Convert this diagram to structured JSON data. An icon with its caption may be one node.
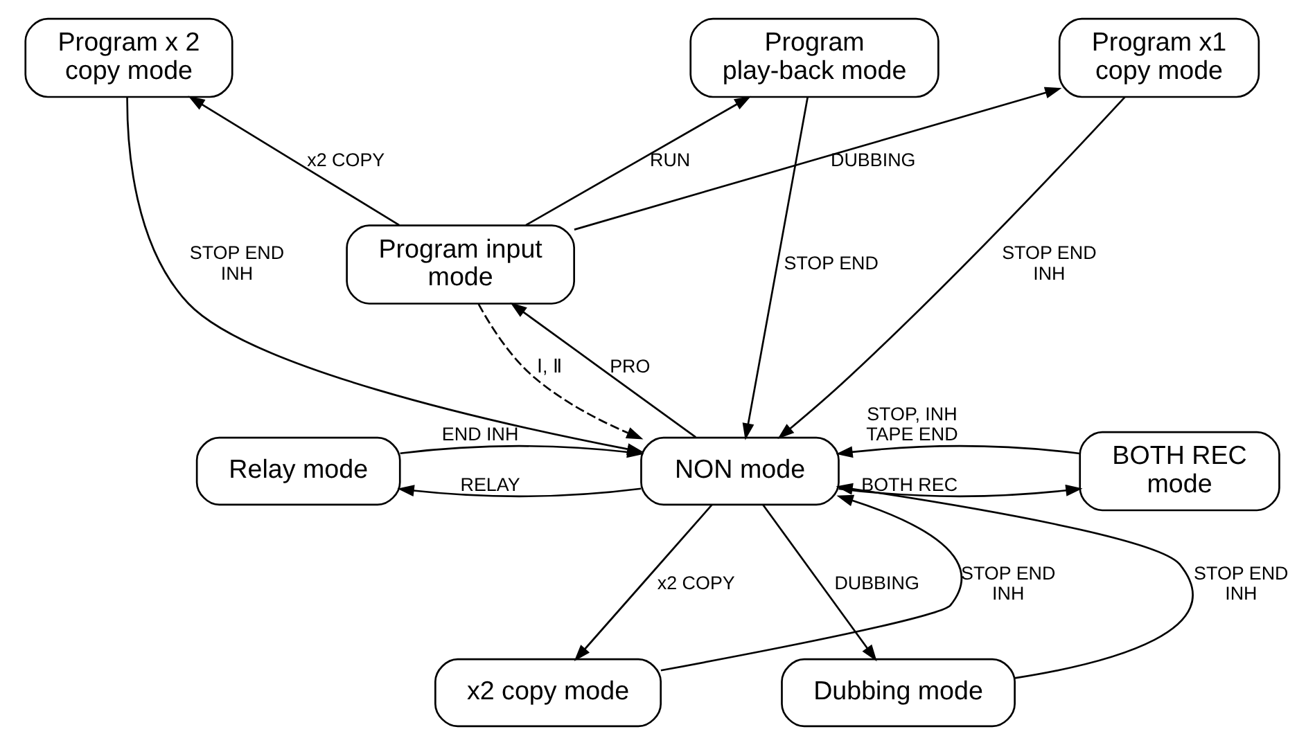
{
  "diagram": {
    "nodes": [
      {
        "text": [
          "Program x 2 copy mode"
        ]
      },
      {
        "text": [
          "Program play-back mode"
        ]
      },
      {
        "text": [
          "Program x1 copy mode"
        ]
      },
      {
        "text": [
          "Program input mode"
        ]
      },
      {
        "text": [
          "Relay mode"
        ]
      },
      {
        "text": [
          "NON mode"
        ]
      },
      {
        "text": [
          "BOTH REC mode"
        ]
      },
      {
        "text": [
          "x2 copy mode"
        ]
      },
      {
        "text": [
          "Dubbing mode"
        ]
      }
    ],
    "edges": [
      {
        "from": 3,
        "to": 0,
        "arrow": "to",
        "label": "x2 COPY"
      },
      {
        "from": 0,
        "to": 5,
        "arrow": "to",
        "label": "STOP END INH"
      },
      {
        "from": 1,
        "to": 5,
        "arrow": "to",
        "label": "STOP END"
      },
      {
        "from": 3,
        "to": 1,
        "arrow": "to",
        "label": "RUN"
      },
      {
        "from": 3,
        "to": 2,
        "arrow": "to",
        "label": "DUBBING"
      },
      {
        "from": 2,
        "to": 5,
        "arrow": "to",
        "label": "STOP END INH"
      },
      {
        "from": 5,
        "to": 3,
        "arrow": "to",
        "label": "PRO"
      },
      {
        "from": 3,
        "to": 5,
        "arrow": "to",
        "label": "Ⅰ, Ⅱ",
        "style": "dashed"
      },
      {
        "from": 5,
        "to": 4,
        "arrow": "to",
        "label": "RELAY"
      },
      {
        "from": 4,
        "to": 5,
        "arrow": "to",
        "label": "END INH"
      },
      {
        "from": 5,
        "to": 6,
        "arrow": "to",
        "label": "BOTH REC"
      },
      {
        "from": 6,
        "to": 5,
        "arrow": "to",
        "label": "STOP, INH TAPE END"
      },
      {
        "from": 5,
        "to": 7,
        "arrow": "to",
        "label": "x2 COPY"
      },
      {
        "from": 7,
        "to": 5,
        "arrow": "to",
        "label": "STOP END INH"
      },
      {
        "from": 5,
        "to": 8,
        "arrow": "to",
        "label": "DUBBING"
      },
      {
        "from": 8,
        "to": 5,
        "arrow": "to",
        "label": "STOP END INH"
      }
    ]
  }
}
